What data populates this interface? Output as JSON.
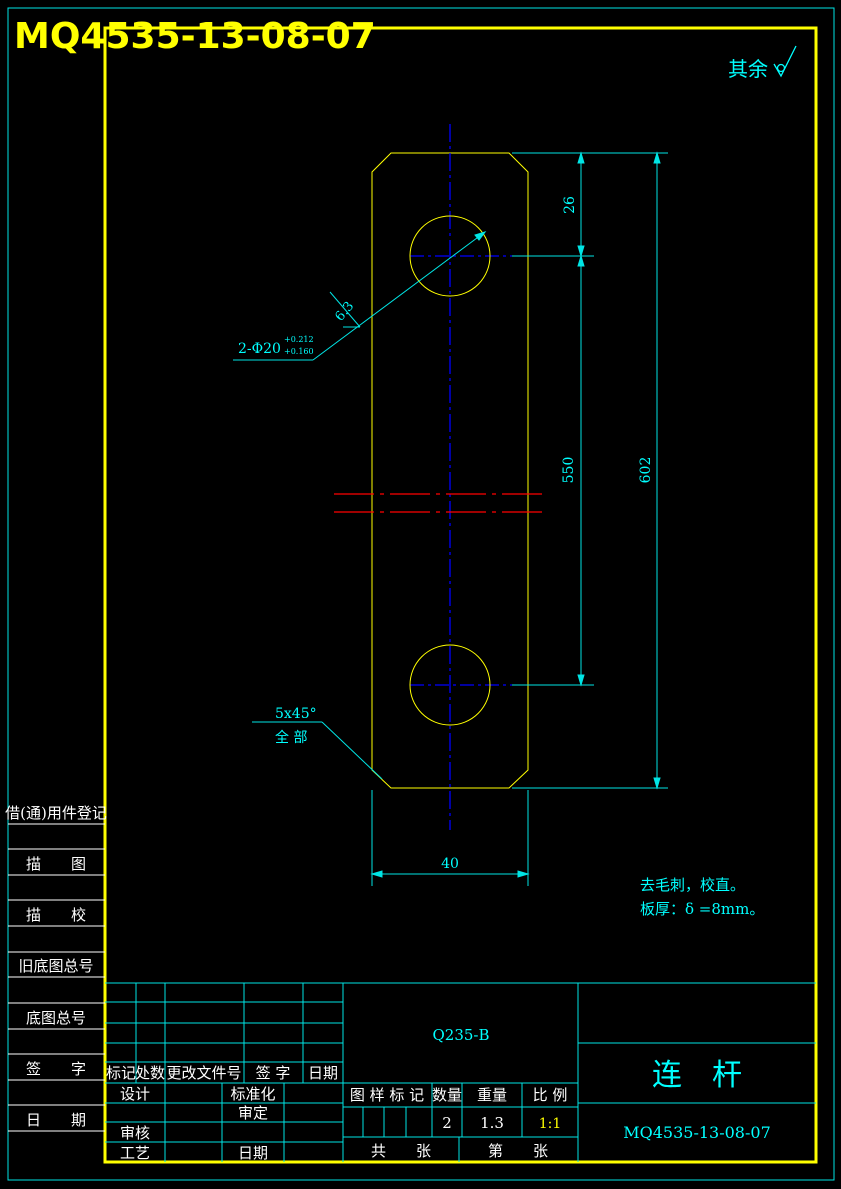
{
  "drawing_number_header": "MQ4535-13-08-07",
  "roughness_note": "其余",
  "part": {
    "dim_hole_offset": "26",
    "dim_hole_spacing": "550",
    "dim_total_length": "602",
    "dim_width": "40",
    "hole_callout": "2-Φ20",
    "hole_tol_upper": "+0.212",
    "hole_tol_lower": "+0.160",
    "roughness_value": "6.3",
    "chamfer_value": "5x45°",
    "chamfer_scope": "全 部"
  },
  "notes": [
    "去毛刺，校直。",
    "板厚：δ =8mm。"
  ],
  "left_strip": [
    "借(通)用件登记",
    "描　　图",
    "描　　校",
    "旧底图总号",
    "底图总号",
    "签　　字",
    "日　　期"
  ],
  "title_block": {
    "material": "Q235-B",
    "part_name": "连　杆",
    "drawing_number": "MQ4535-13-08-07",
    "rev_headers": [
      "标记",
      "处数",
      "更改文件号",
      "签 字",
      "日期"
    ],
    "design": "设计",
    "standardize": "标准化",
    "approve": "审定",
    "review": "审核",
    "process": "工艺",
    "date": "日期",
    "header_stage": "图 样 标 记",
    "header_qty": "数量",
    "header_weight": "重量",
    "header_scale": "比 例",
    "qty": "2",
    "weight": "1.3",
    "scale": "1:1",
    "sheets_total": "共　　张",
    "sheet_no": "第　　张"
  }
}
